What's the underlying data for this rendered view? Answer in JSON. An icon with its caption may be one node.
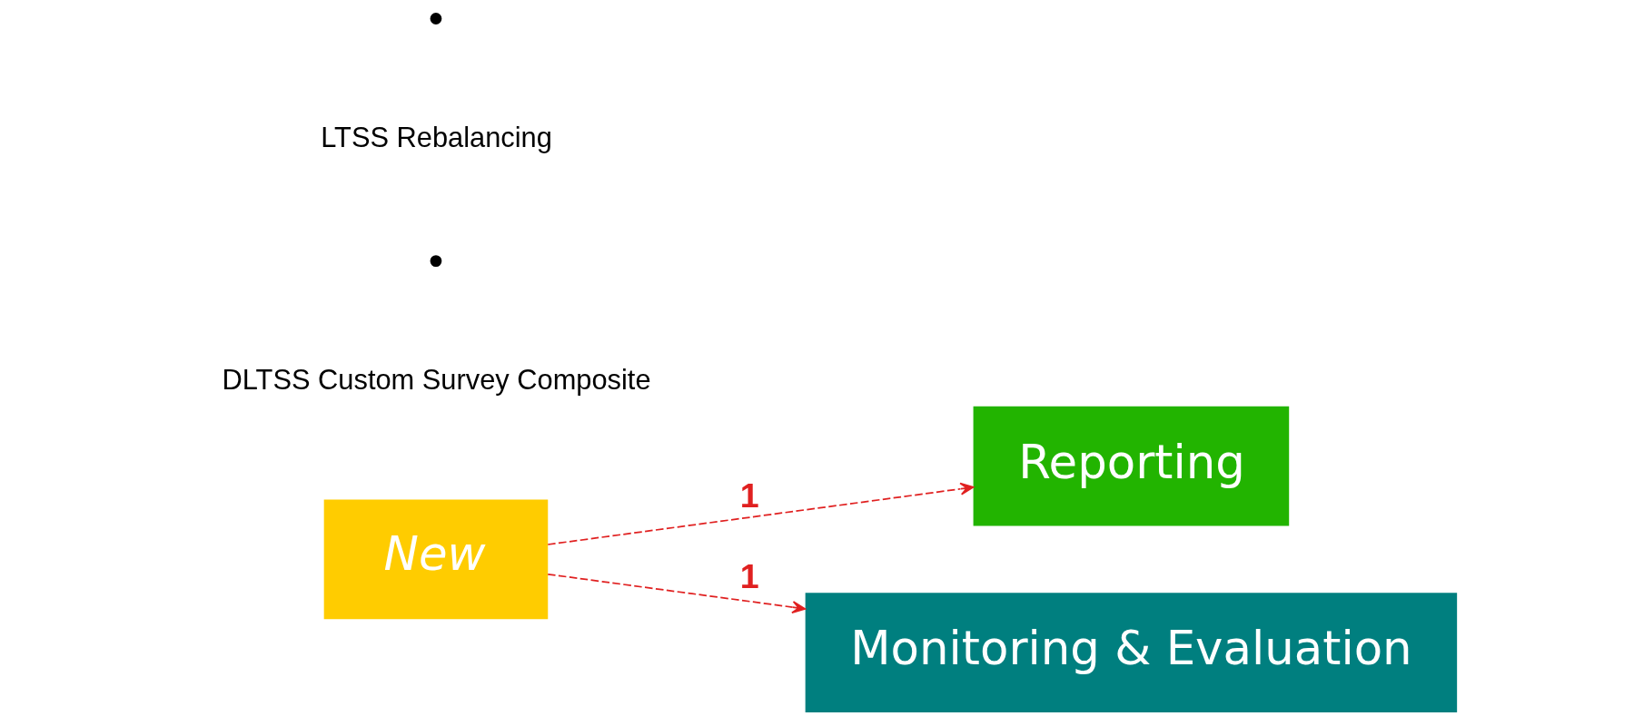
{
  "diagram": {
    "nodes": [
      {
        "text": [
          "New"
        ]
      },
      {
        "text": [
          "Reporting"
        ]
      },
      {
        "text": [
          "Monitoring & Evaluation"
        ]
      }
    ],
    "edges": [
      {
        "from": 0,
        "to": 1,
        "arrow": "to",
        "label": "1",
        "style": "dashed",
        "color": "#e02020"
      },
      {
        "from": 0,
        "to": 2,
        "arrow": "to",
        "label": "1",
        "style": "dashed",
        "color": "#e02020"
      }
    ],
    "labels": [
      "DLTSS Custom Survey Composite",
      "LTSS Rebalancing"
    ]
  }
}
